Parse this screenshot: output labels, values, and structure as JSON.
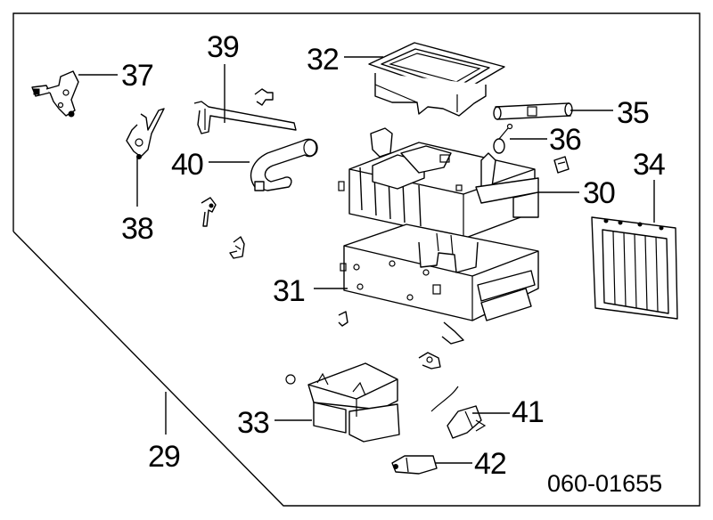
{
  "diagram": {
    "code": "060-01655",
    "callouts": [
      {
        "id": "29",
        "label": "29"
      },
      {
        "id": "30",
        "label": "30"
      },
      {
        "id": "31",
        "label": "31"
      },
      {
        "id": "32",
        "label": "32"
      },
      {
        "id": "33",
        "label": "33"
      },
      {
        "id": "34",
        "label": "34"
      },
      {
        "id": "35",
        "label": "35"
      },
      {
        "id": "36",
        "label": "36"
      },
      {
        "id": "37",
        "label": "37"
      },
      {
        "id": "38",
        "label": "38"
      },
      {
        "id": "39",
        "label": "39"
      },
      {
        "id": "40",
        "label": "40"
      },
      {
        "id": "41",
        "label": "41"
      },
      {
        "id": "42",
        "label": "42"
      }
    ]
  }
}
